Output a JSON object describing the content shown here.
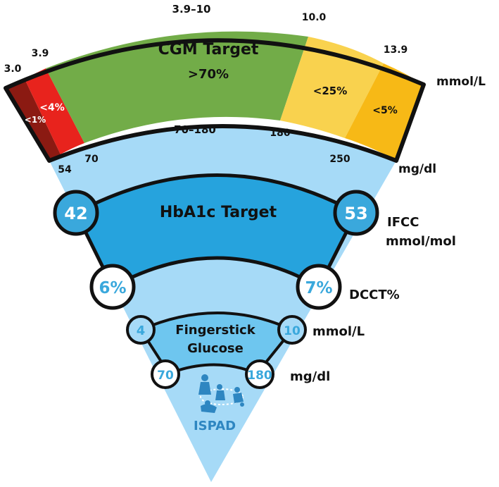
{
  "cgm": {
    "title": "CGM Target",
    "target": ">70%",
    "range_top": "3.9–10",
    "range_bottom": "70–180",
    "pct_very_low": "<1%",
    "pct_low": "<4%",
    "pct_high": "<25%",
    "pct_very_high": "<5%",
    "mmol_ticks": [
      "3.0",
      "3.9",
      "10.0",
      "13.9"
    ],
    "mgdl_ticks": [
      "54",
      "70",
      "180",
      "250"
    ],
    "unit_mmol": "mmol/L",
    "unit_mgdl": "mg/dl",
    "colors": {
      "very_low": "#8b1a12",
      "low": "#e8231d",
      "target": "#72ac48",
      "high": "#f9d24e",
      "very_high": "#f7b916"
    }
  },
  "hba1c": {
    "title": "HbA1c Target",
    "ifcc_low": "42",
    "ifcc_high": "53",
    "ifcc_unit_line1": "IFCC",
    "ifcc_unit_line2": "mmol/mol",
    "dcct_low": "6%",
    "dcct_high": "7%",
    "dcct_unit": "DCCT%"
  },
  "fingerstick": {
    "title_line1": "Fingerstick",
    "title_line2": "Glucose",
    "mmol_low": "4",
    "mmol_high": "10",
    "mmol_unit": "mmol/L",
    "mgdl_low": "70",
    "mgdl_high": "180",
    "mgdl_unit": "mg/dl"
  },
  "logo": {
    "text": "ISPAD"
  },
  "colors": {
    "cone": "#a6daf7",
    "hba1c_band": "#26a3dd",
    "finger_band": "#6ec6ef",
    "circle_blue": "#3aa8dc",
    "outline": "#111111"
  }
}
